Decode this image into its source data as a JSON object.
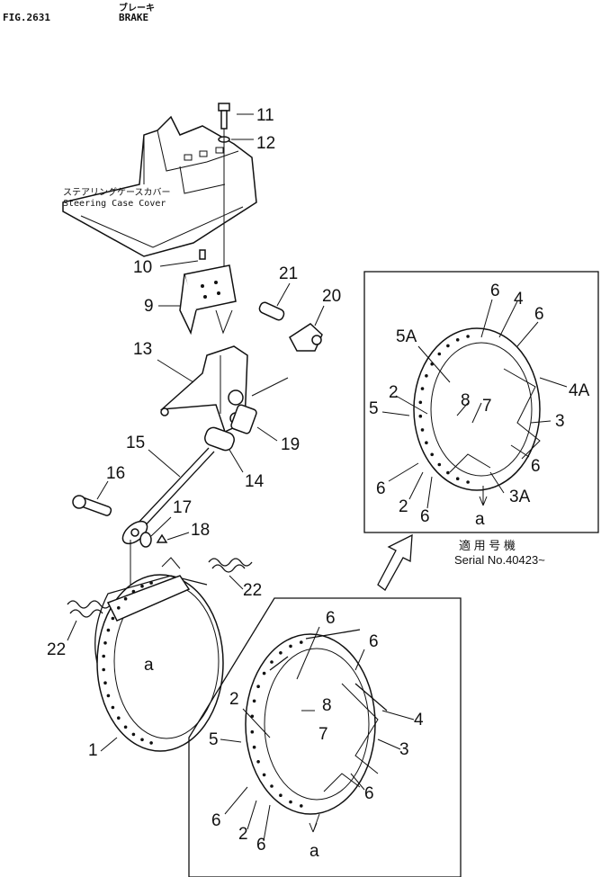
{
  "header": {
    "figure": "FIG.2631",
    "title_jp": "ブレーキ",
    "title_en": "BRAKE"
  },
  "cover_label": {
    "jp": "ステアリングケースカバー",
    "en": "Steering Case Cover"
  },
  "main_callouts": [
    "11",
    "12",
    "10",
    "9",
    "21",
    "20",
    "13",
    "15",
    "19",
    "16",
    "14",
    "17",
    "18",
    "22",
    "22",
    "1",
    "a"
  ],
  "inset_lower": {
    "callouts": [
      "6",
      "6",
      "2",
      "8",
      "4",
      "5",
      "7",
      "3",
      "6",
      "6",
      "2",
      "6",
      "a"
    ]
  },
  "inset_upper": {
    "callouts": [
      "6",
      "4",
      "6",
      "5A",
      "2",
      "8",
      "4A",
      "5",
      "7",
      "3",
      "6",
      "6",
      "2",
      "6",
      "3A",
      "a"
    ],
    "serial_jp": "適 用 号 機",
    "serial_en": "Serial  No.40423~"
  }
}
